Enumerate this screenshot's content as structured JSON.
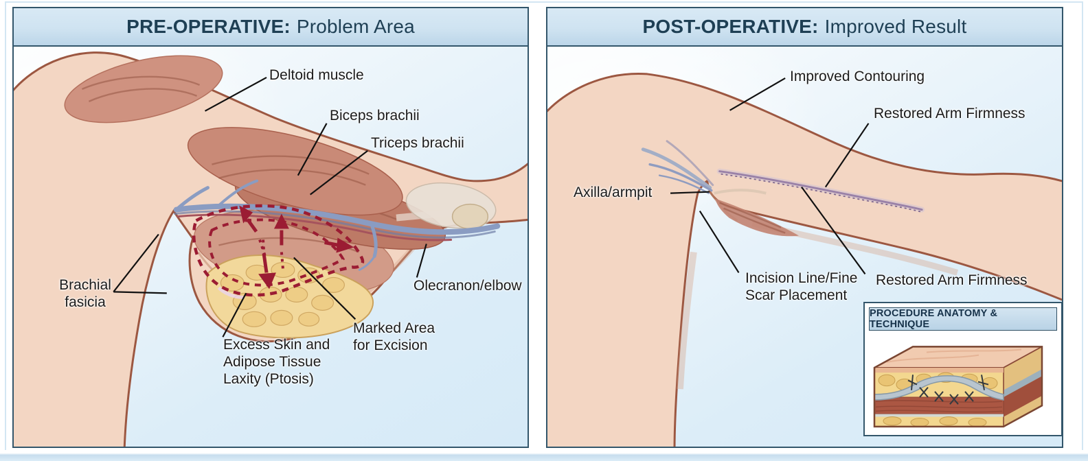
{
  "pre_panel": {
    "title_strong": "PRE-OPERATIVE:",
    "title_rest": "Problem Area",
    "labels": {
      "deltoid": "Deltoid muscle",
      "biceps": "Biceps brachii",
      "triceps": "Triceps brachii",
      "brachial_fascia": "Brachial fasicia",
      "excess_skin": "Excess Skin and Adipose Tissue Laxity (Ptosis)",
      "marked_area": "Marked Area for Excision",
      "olecranon": "Olecranon/elbow"
    }
  },
  "post_panel": {
    "title_strong": "POST-OPERATIVE:",
    "title_rest": "Improved Result",
    "labels": {
      "improved_contouring": "Improved Contouring",
      "restored_firmness_top": "Restored Arm Firmness",
      "axilla": "Axilla/armpit",
      "incision_line": "Incision Line/Fine Scar Placement",
      "restored_firmness_bottom": "Restored Arm Firmness"
    },
    "inset": {
      "title": "PROCEDURE ANATOMY & TECHNIQUE"
    }
  },
  "colors": {
    "header_bg": "#cfe3f1",
    "panel_border": "#33566b",
    "title_text": "#1e3f54",
    "label_text": "#1b1b1b",
    "skin": "#f3d6c3",
    "skin_outline": "#9c5741",
    "muscle": "#c98a77",
    "fat": "#f2d89b",
    "vein": "#8a9cc2",
    "excision": "#9b1c33",
    "scar": "#9a82a8"
  }
}
